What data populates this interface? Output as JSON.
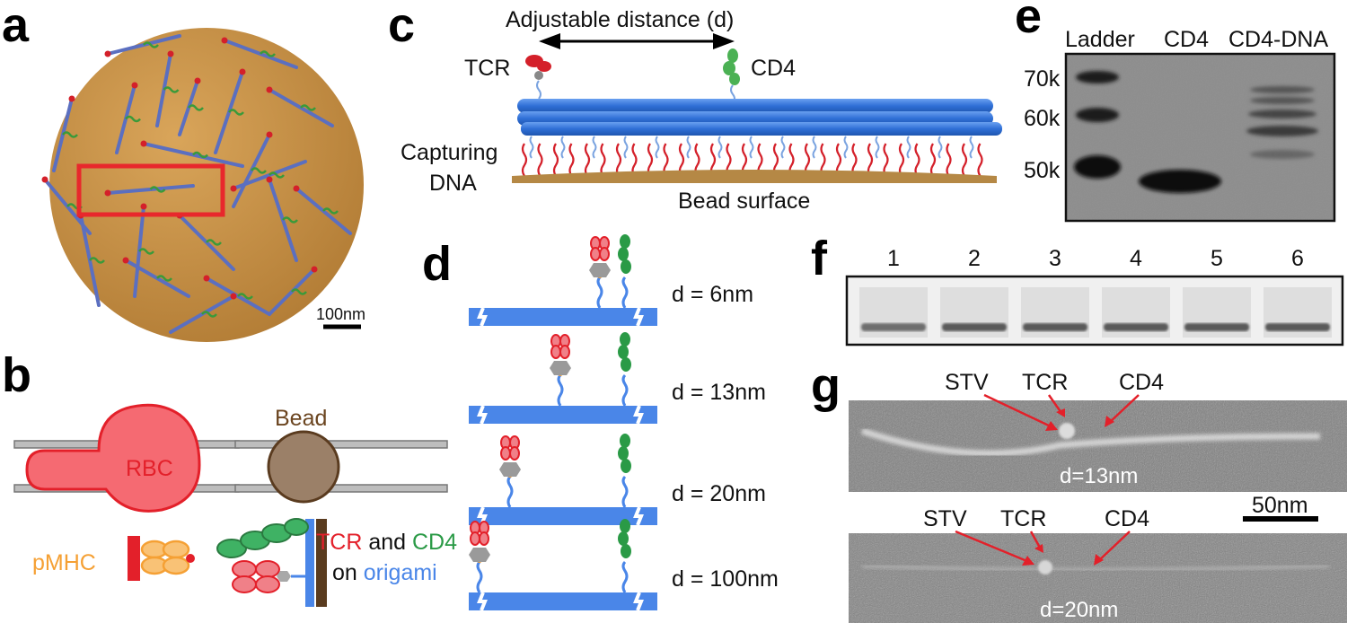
{
  "panels": {
    "a": {
      "label": "a",
      "scale_bar": "100nm",
      "colors": {
        "bead": "#c58f43",
        "origami": "#5b6fc0",
        "tcr": "#d4202a",
        "cd4": "#3a9a3a",
        "highlight": "#e8282c"
      }
    },
    "b": {
      "label": "b",
      "rbc": "RBC",
      "bead": "Bead",
      "pmhc": "pMHC",
      "caption": {
        "tcr": "TCR",
        "and": " and ",
        "cd4": "CD4",
        "on": "on ",
        "origami": "origami"
      },
      "colors": {
        "rbc": "#f56a72",
        "bead": "#9b8068",
        "pmhc": "#f5a034",
        "tcr": "#e3202a",
        "cd4": "#2a9a46",
        "origami": "#4a86e8"
      }
    },
    "c": {
      "label": "c",
      "distance": "Adjustable distance (d)",
      "tcr": "TCR",
      "cd4": "CD4",
      "capturing_line1": "Capturing",
      "capturing_line2": "DNA",
      "surface": "Bead surface"
    },
    "d": {
      "label": "d",
      "rows": [
        {
          "text": "d = 6nm"
        },
        {
          "text": "d = 13nm"
        },
        {
          "text": "d = 20nm"
        },
        {
          "text": "d = 100nm"
        }
      ]
    },
    "e": {
      "label": "e",
      "lanes": [
        "Ladder",
        "CD4",
        "CD4-DNA"
      ],
      "markers": [
        "70k",
        "60k",
        "50k"
      ]
    },
    "f": {
      "label": "f",
      "lanes": [
        "1",
        "2",
        "3",
        "4",
        "5",
        "6"
      ]
    },
    "g": {
      "label": "g",
      "top": {
        "stv": "STV",
        "tcr": "TCR",
        "cd4": "CD4",
        "distance": "d=13nm"
      },
      "bottom": {
        "stv": "STV",
        "tcr": "TCR",
        "cd4": "CD4",
        "distance": "d=20nm"
      },
      "scale_bar": "50nm"
    }
  }
}
